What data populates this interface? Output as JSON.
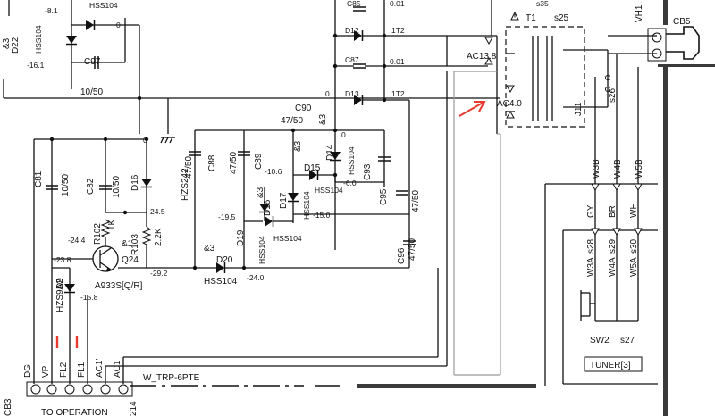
{
  "colors": {
    "line": "#111111",
    "grey": "#999999",
    "accent": "#e63b2e",
    "shade": "#3a3a3a"
  },
  "icons": {
    "warning": "warning-triangle-icon",
    "arrow": "red-arrow-icon",
    "ground": "ground-icon"
  },
  "labels": {
    "l_hss104_top": "HSS104",
    "l_m81": "-8.1",
    "l_0a": "0",
    "l_d22": "D22",
    "l_hss104_v": "HSS104",
    "l_161": "-16.1",
    "l_c97": "C97",
    "l_1050a": "10/50",
    "l_amp3a": "&3",
    "l_c85": "C85",
    "l_001a": "0.01",
    "l_d12": "D12",
    "l_1t2a": "1T2",
    "l_c87": "C87",
    "l_001b": "0.01",
    "l_0b": "0",
    "l_d13": "D13",
    "l_1t2b": "1T2",
    "l_s35": "s35",
    "l_t1": "T1",
    "l_s25": "s25",
    "l_vh1": "VH1",
    "l_cb5": "CB5",
    "l_ac138": "AC13.8",
    "l_ac40": "AC4.0",
    "l_j11": "J11",
    "l_s26": "s26",
    "l_c90": "C90",
    "l_4750a": "47/50",
    "l_amp3b": "&3",
    "l_0c": "0",
    "l_0d": "0",
    "l_c88": "C88",
    "l_4750b": "47/50",
    "l_c89": "C89",
    "l_4750c": "47/50",
    "l_106": "-10.6",
    "l_amp3c": "&3",
    "l_d15": "D15",
    "l_d14": "D14",
    "l_hss104_d14": "HSS104",
    "l_60": "-6.0",
    "l_c93": "C93",
    "l_hss104_b": "HSS104",
    "l_hss104_d17": "HSS104",
    "l_d17": "D17",
    "l_amp3d": "&3",
    "l_d16": "D16",
    "l_150": "-15.0",
    "l_195": "-19.5",
    "l_c95": "C95",
    "l_4750d": "47/50",
    "l_d19": "D19",
    "l_hss104_c": "HSS104",
    "l_hss104_d19": "HSS104",
    "l_c96": "C96",
    "l_4750e": "47/50",
    "l_c81": "C81",
    "l_1050b": "10/50",
    "l_c82": "C82",
    "l_1050c": "10/50",
    "l_d16b": "D16",
    "l_hzs242": "HZS242",
    "l_245": "24.5",
    "l_r102": "R102",
    "l_1k": "1K",
    "l_r103": "R103",
    "l_22k": "2.2K",
    "l_244": "-24.4",
    "l_amp1": "&1",
    "l_q24": "Q24",
    "l_238": "-23.8",
    "l_292": "-29.2",
    "l_amp3e": "&3",
    "l_d20": "D20",
    "l_hss104_d20": "HSS104",
    "l_240": "-24.0",
    "l_d9": "D9",
    "l_hzs92": "HZS9A2",
    "l_a933": "A933S[Q/R]",
    "l_158": "-15.8",
    "l_dg": "DG",
    "l_vp": "VP",
    "l_fl2": "FL2",
    "l_fl1": "FL1",
    "l_ac1p": "AC1'",
    "l_ac1": "AC1",
    "l_wtrp": "W_TRP-6PTE",
    "l_cb3": "CB3",
    "l_to": "TO OPERATION",
    "l_214": "214",
    "l_w3b": "W3B",
    "l_w4b": "W4B",
    "l_w5b": "W5B",
    "l_gy": "GY",
    "l_br": "BR",
    "l_wh": "WH",
    "l_s28": "s28",
    "l_w3a": "W3A",
    "l_s29": "s29",
    "l_w4a": "W4A",
    "l_s30": "s30",
    "l_w5a": "W5A",
    "l_sw2": "SW2",
    "l_s27": "s27",
    "l_tuner": "TUNER[3]"
  }
}
